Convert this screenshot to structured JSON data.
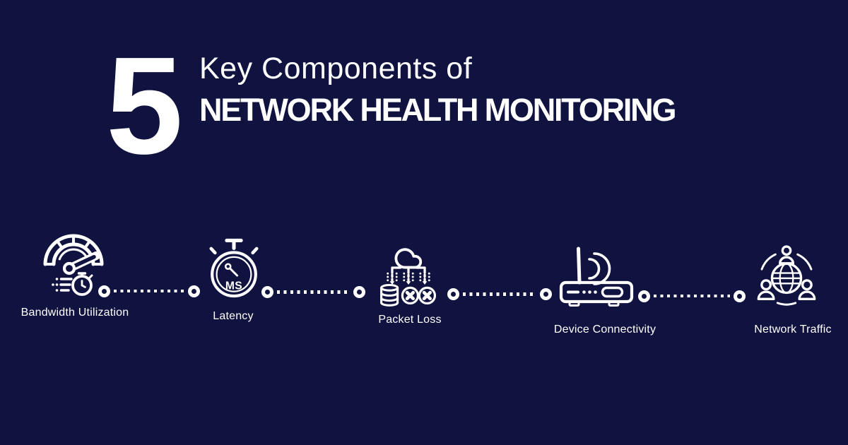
{
  "page": {
    "background_color": "#101240",
    "foreground_color": "#ffffff",
    "type": "infographic-banner"
  },
  "header": {
    "count": "5",
    "subtitle": "Key Components of",
    "title": "NETWORK HEALTH MONITORING"
  },
  "components": [
    {
      "label": "Bandwidth Utilization",
      "icon": "speedometer-gauge-icon"
    },
    {
      "label": "Latency",
      "icon": "stopwatch-icon",
      "icon_text": "MS"
    },
    {
      "label": "Packet Loss",
      "icon": "cloud-packet-loss-icon"
    },
    {
      "label": "Device Connectivity",
      "icon": "wifi-router-icon"
    },
    {
      "label": "Network Traffic",
      "icon": "globe-users-icon"
    }
  ],
  "connectors": {
    "style": "dotted line with ring endpoints",
    "color": "#ffffff",
    "count": 4
  }
}
